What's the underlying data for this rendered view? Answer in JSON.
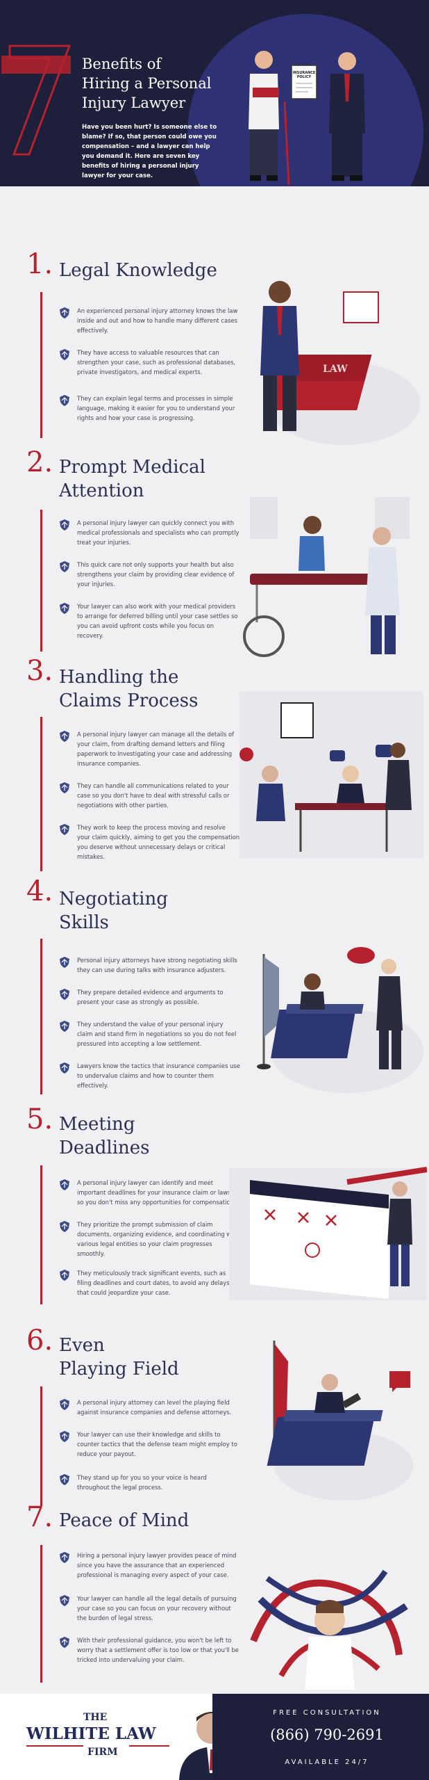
{
  "header": {
    "title_lines": [
      "Benefits of",
      "Hiring a Personal",
      "Injury Lawyer"
    ],
    "intro": "Have you been hurt? Is someone else to blame? If so, that person could owe you compensation – and a lawyer can help you demand it. Here are seven key benefits of hiring a personal injury lawyer for your case.",
    "big_number": "7",
    "document_label_lines": [
      "INSURANCE",
      "POLICY"
    ]
  },
  "sections": [
    {
      "number": "1.",
      "title_lines": [
        "Legal Knowledge"
      ],
      "points": [
        "An experienced personal injury attorney knows the law inside and out and how to handle many different cases effectively.",
        "They have access to valuable resources that can strengthen your case, such as professional databases, private investigators, and medical experts.",
        "They can explain legal terms and processes in simple language, making it easier for you to understand your rights and how your case is progressing."
      ],
      "book_label": "LAW"
    },
    {
      "number": "2.",
      "title_lines": [
        "Prompt Medical",
        "Attention"
      ],
      "points": [
        "A personal injury lawyer can quickly connect you with medical professionals and specialists who can promptly treat your injuries.",
        "This quick care not only supports your health but also strengthens your claim by providing clear evidence of your injuries.",
        "Your lawyer can also work with your medical providers to arrange for deferred billing until your case settles so you can avoid upfront costs while you focus on recovery."
      ]
    },
    {
      "number": "3.",
      "title_lines": [
        "Handling the",
        "Claims Process"
      ],
      "points": [
        "A personal injury lawyer can manage all the details of your claim, from drafting demand letters and filing paperwork to investigating your case and addressing insurance companies.",
        "They can handle all communications related to your case so you don't have to deal with stressful calls or negotiations with other parties.",
        "They work to keep the process moving and resolve your claim quickly, aiming to get you the compensation you deserve without unnecessary delays or critical mistakes."
      ]
    },
    {
      "number": "4.",
      "title_lines": [
        "Negotiating",
        "Skills"
      ],
      "points": [
        "Personal injury attorneys have strong negotiating skills they can use during talks with insurance adjusters.",
        "They prepare detailed evidence and arguments to present your case as strongly as possible.",
        "They understand the value of your personal injury claim and stand firm in negotiations so you do not feel pressured into accepting a low settlement.",
        "Lawyers know the tactics that insurance companies use to undervalue claims and how to counter them effectively."
      ]
    },
    {
      "number": "5.",
      "title_lines": [
        "Meeting",
        "Deadlines"
      ],
      "points": [
        "A personal injury lawyer can identify and meet important deadlines for your insurance claim or lawsuit so you don't miss any opportunities for compensation.",
        "They prioritize the prompt submission of claim documents, organizing evidence, and coordinating with various legal entities so your claim progresses smoothly.",
        "They meticulously track significant events, such as filing deadlines and court dates, to avoid any delays that could jeopardize your case."
      ]
    },
    {
      "number": "6.",
      "title_lines": [
        "Even",
        "Playing Field"
      ],
      "points": [
        "A personal injury attorney can level the playing field against insurance companies and defense attorneys.",
        "Your lawyer can use their knowledge and skills to counter tactics that the defense team might employ to reduce your payout.",
        "They stand up for you so your voice is heard throughout the legal process."
      ]
    },
    {
      "number": "7.",
      "title_lines": [
        "Peace of Mind"
      ],
      "points": [
        "Hiring a personal injury lawyer provides peace of mind since you have the assurance that an experienced professional is managing every aspect of your case.",
        "Your lawyer can handle all the legal details of pursuing your case so you can focus on your recovery without the burden of legal stress.",
        "With their professional guidance, you won't be left to worry that a settlement offer is too low or that you'll be tricked into undervaluing your claim."
      ]
    }
  ],
  "footer": {
    "logo_the": "THE",
    "logo_main": "WILHITE LAW",
    "logo_firm": "FIRM",
    "free_consultation": "FREE CONSULTATION",
    "phone": "(866) 790-2691",
    "available": "AVAILABLE 24/7"
  },
  "colors": {
    "navy": "#1d1f3b",
    "accent_red": "#b5222e",
    "heading_navy": "#2c3055",
    "background": "#f0eff1"
  }
}
